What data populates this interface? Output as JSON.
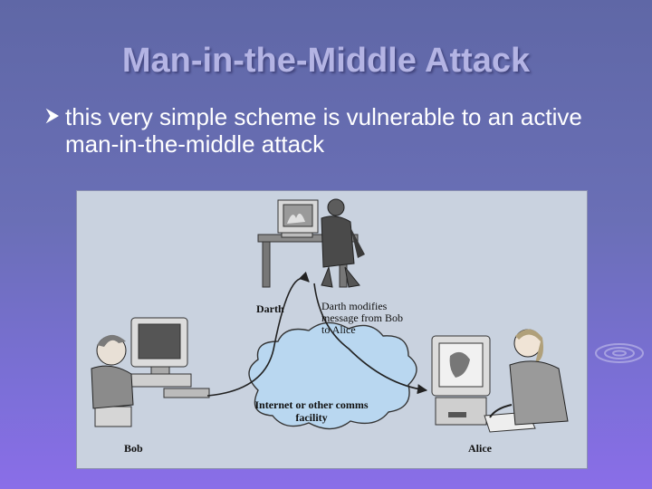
{
  "slide": {
    "title": "Man-in-the-Middle Attack",
    "bullet": "this very simple scheme is vulnerable to an active man-in-the-middle attack",
    "bullet_marker": "arrow-bullet-icon"
  },
  "diagram": {
    "labels": {
      "darth": "Darth",
      "darth_note": "Darth modifies message from Bob to Alice",
      "internet": "Internet or other comms facility",
      "bob": "Bob",
      "alice": "Alice"
    },
    "colors": {
      "background": "#c9d2df",
      "cloud": "#b9d7f0",
      "arrow": "#222222"
    }
  }
}
